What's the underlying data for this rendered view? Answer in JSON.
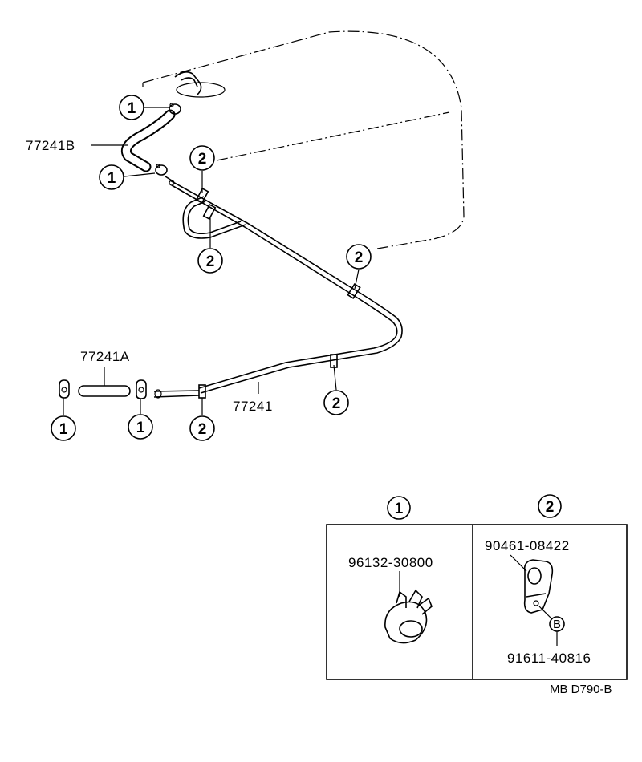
{
  "diagram": {
    "part_labels": {
      "hose_upper": "77241B",
      "hose_lower": "77241A",
      "pipe": "77241"
    },
    "callouts": {
      "clamp_no": "1",
      "clip_no": "2",
      "legend_badge": "B"
    },
    "legend": {
      "clamp": {
        "number": "1",
        "part_number": "96132-30800"
      },
      "clip": {
        "number": "2",
        "part_number": "90461-08422",
        "bolt_part_number": "91611-40816"
      }
    },
    "reference": "MB D790-B"
  }
}
